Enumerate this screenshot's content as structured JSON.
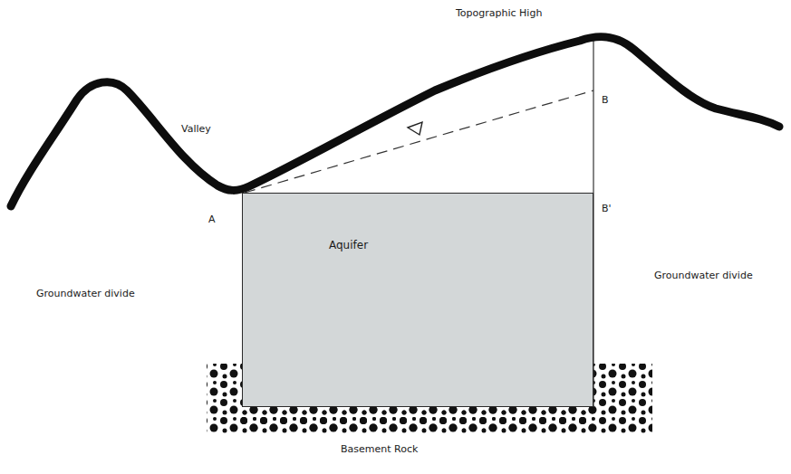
{
  "diagram": {
    "nodes": [
      {
        "text": [
          "Aquifer"
        ]
      }
    ],
    "labels": [
      "Topographic High",
      "Valley",
      "A",
      "B",
      "B'",
      "Groundwater divide",
      "Groundwater divide",
      "Basement Rock"
    ]
  }
}
